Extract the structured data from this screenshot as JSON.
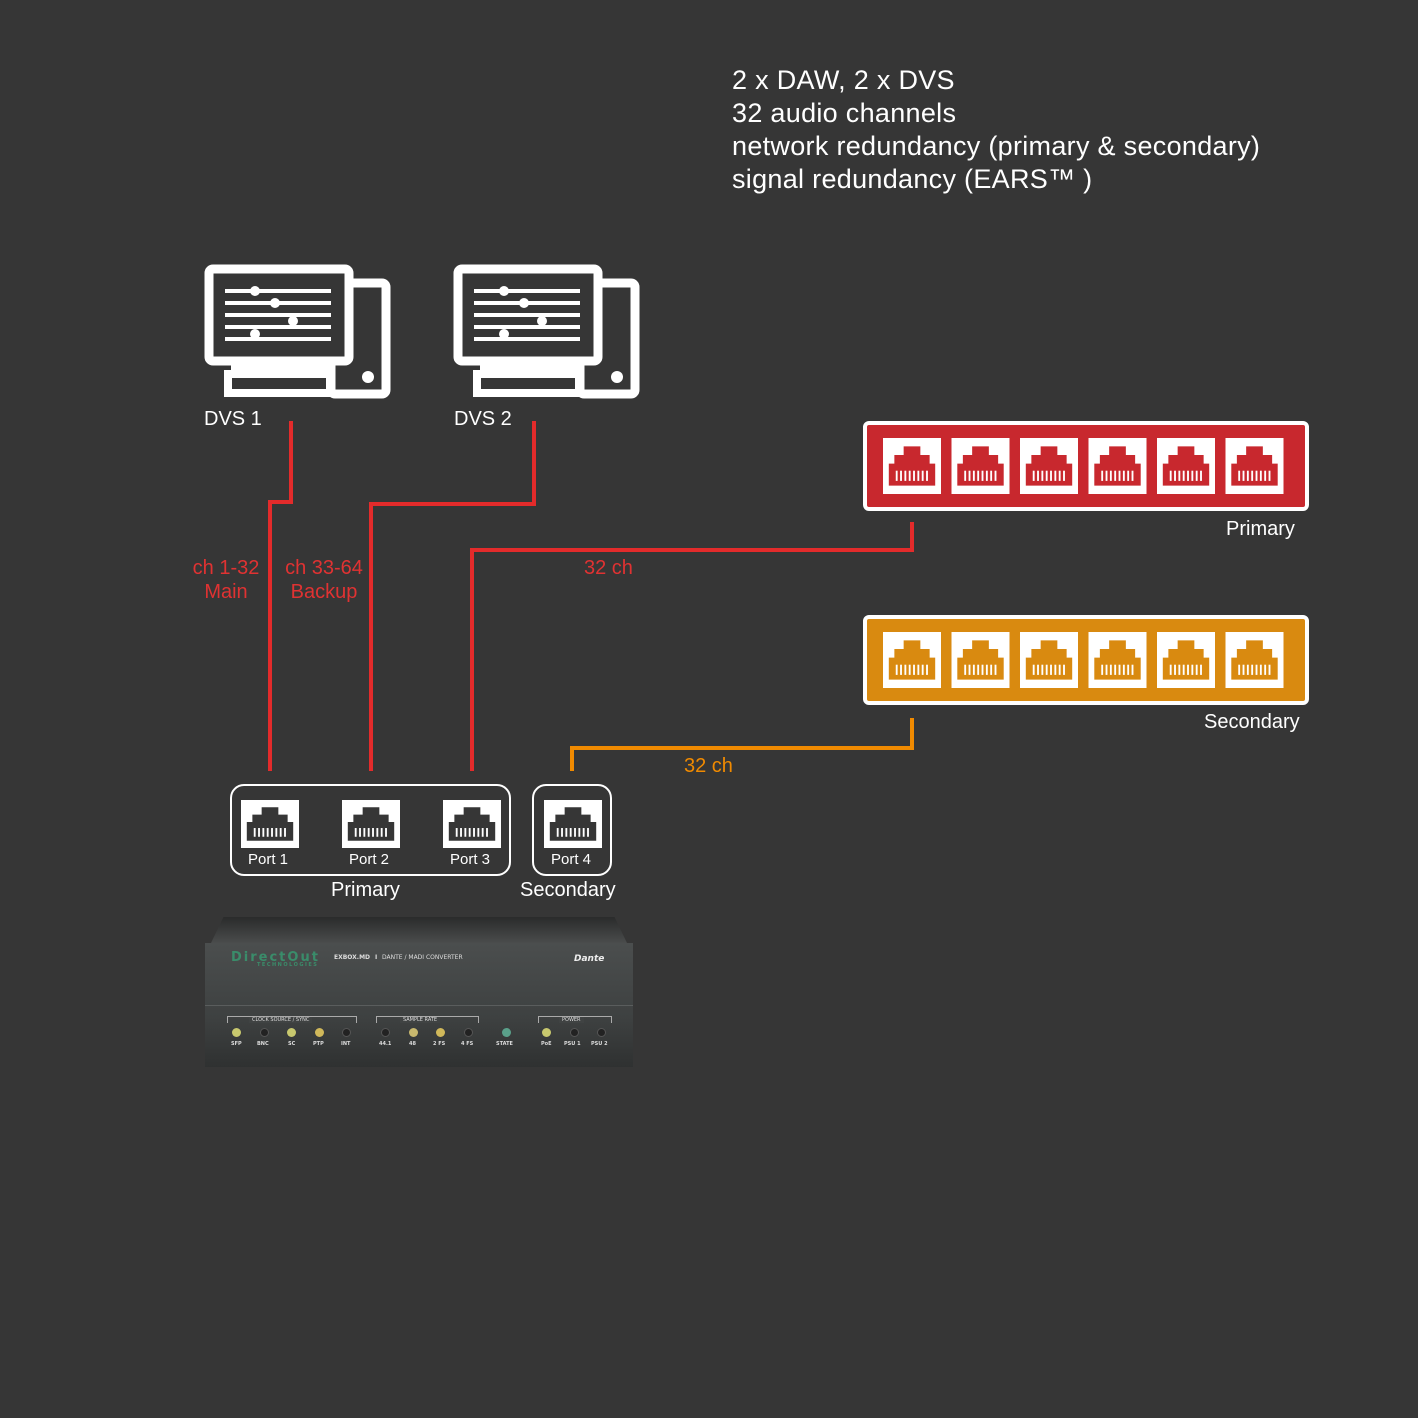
{
  "description": {
    "line1": "2 x DAW, 2 x DVS",
    "line2": "32 audio channels",
    "line3": "network redundancy (primary & secondary)",
    "line4": "signal redundancy (EARS™ )"
  },
  "computers": [
    {
      "label": "DVS 1"
    },
    {
      "label": "DVS 2"
    }
  ],
  "channel_labels": {
    "main_range": "ch 1-32",
    "main_name": "Main",
    "backup_range": "ch 33-64",
    "backup_name": "Backup",
    "primary_link": "32 ch",
    "secondary_link": "32 ch"
  },
  "switches": {
    "primary_label": "Primary",
    "secondary_label": "Secondary",
    "primary_color": "#c8282e",
    "secondary_color": "#d98a10",
    "port_count": 6
  },
  "ports": {
    "port1": "Port 1",
    "port2": "Port 2",
    "port3": "Port 3",
    "port4": "Port 4",
    "primary_group": "Primary",
    "secondary_group": "Secondary"
  },
  "device": {
    "brand": "DirectOut",
    "brand_sub": "TECHNOLOGIES",
    "model": "EXBOX.MD",
    "separator": "I",
    "subtitle": "DANTE / MADI CONVERTER",
    "dante_logo": "Dante",
    "groups": {
      "clock": "CLOCK SOURCE / SYNC",
      "rate": "SAMPLE RATE",
      "power": "POWER"
    },
    "leds": {
      "sfp": "SFP",
      "bnc": "BNC",
      "sc": "SC",
      "ptp": "PTP",
      "int": "INT",
      "r441": "44.1",
      "r48": "48",
      "r2fs": "2 FS",
      "r4fs": "4 FS",
      "state": "STATE",
      "poe": "PoE",
      "psu1": "PSU 1",
      "psu2": "PSU 2"
    }
  },
  "colors": {
    "background": "#363636",
    "primary_line": "#e32b2b",
    "secondary_line": "#f08a00"
  }
}
